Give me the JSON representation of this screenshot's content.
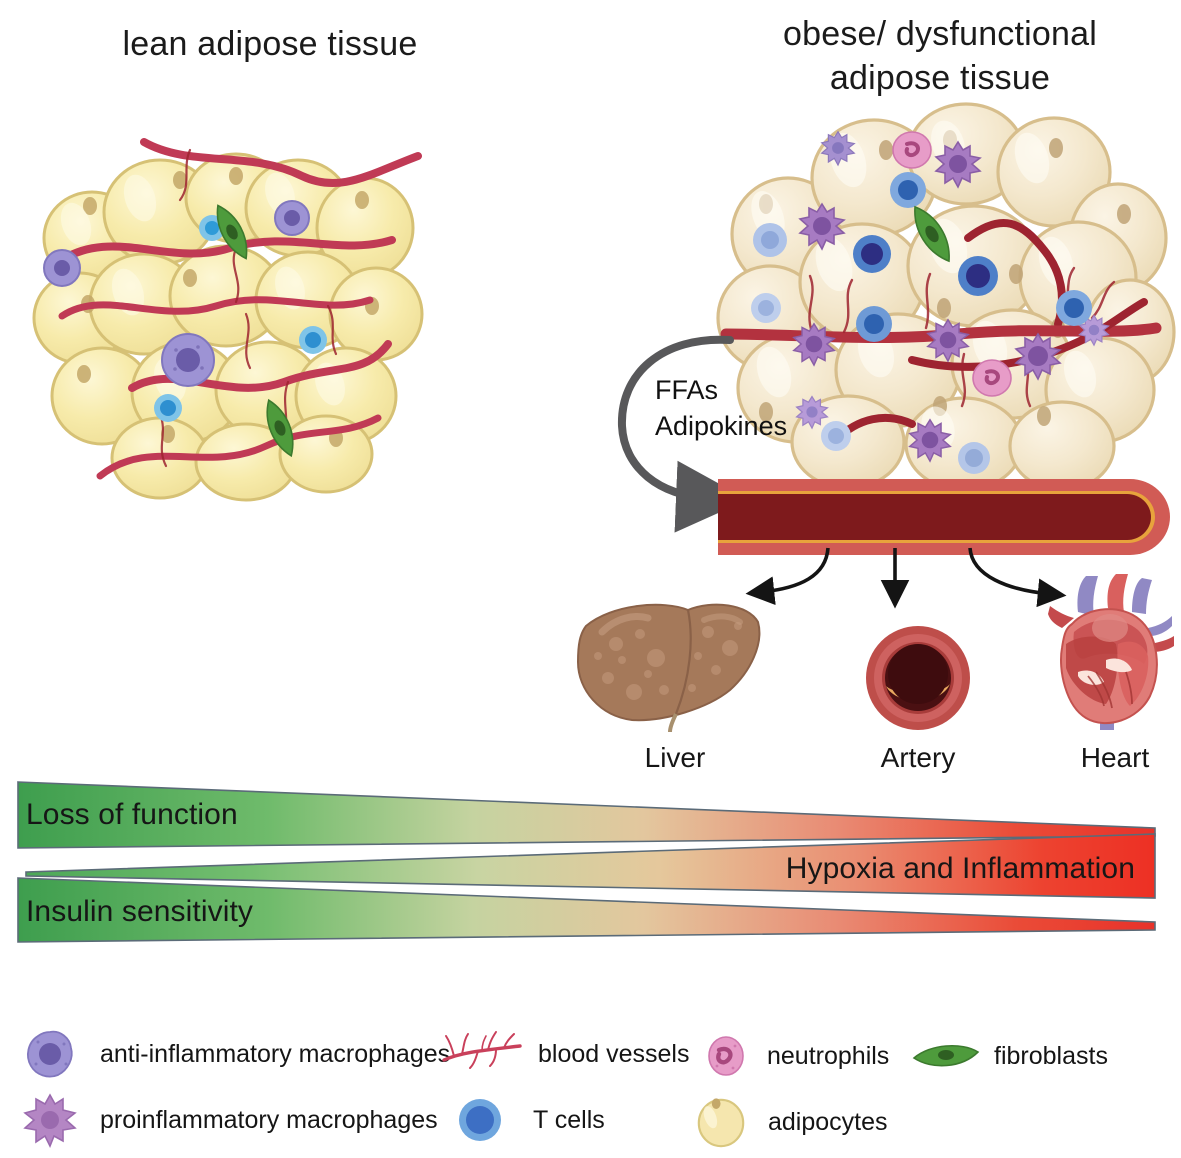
{
  "titles": {
    "lean": "lean adipose tissue",
    "obese_line1": "obese/ dysfunctional",
    "obese_line2": "adipose tissue"
  },
  "flow": {
    "ffas": "FFAs",
    "adipokines": "Adipokines"
  },
  "organs": [
    {
      "name": "liver",
      "label": "Liver"
    },
    {
      "name": "artery",
      "label": "Artery"
    },
    {
      "name": "heart",
      "label": "Heart"
    }
  ],
  "gradient_bars": [
    {
      "name": "loss-of-function",
      "label": "Loss of function",
      "direction": "right-taper",
      "start_color": "#4CA857",
      "end_color": "#E8322A"
    },
    {
      "name": "hypoxia-inflammation",
      "label": "Hypoxia and Inflammation",
      "direction": "left-taper",
      "start_color": "#4CA857",
      "end_color": "#ED3024"
    },
    {
      "name": "insulin-sensitivity",
      "label": "Insulin sensitivity",
      "direction": "right-taper",
      "start_color": "#4CA857",
      "end_color": "#E8322A"
    }
  ],
  "legend": [
    {
      "name": "anti-inflammatory-macrophages",
      "label": "anti-inflammatory macrophages",
      "icon": "macrophage-smooth-icon",
      "color": "#9D93D4"
    },
    {
      "name": "proinflammatory-macrophages",
      "label": "proinflammatory macrophages",
      "icon": "macrophage-spiky-icon",
      "color": "#B486C4"
    },
    {
      "name": "blood-vessels",
      "label": "blood vessels",
      "icon": "blood-vessel-icon",
      "color": "#C9405B"
    },
    {
      "name": "t-cells",
      "label": "T cells",
      "icon": "t-cell-icon",
      "color": "#3D6FC4"
    },
    {
      "name": "neutrophils",
      "label": "neutrophils",
      "icon": "neutrophil-icon",
      "color": "#E79CC8"
    },
    {
      "name": "adipocytes",
      "label": "adipocytes",
      "icon": "adipocyte-icon",
      "color": "#F5E6AE"
    },
    {
      "name": "fibroblasts",
      "label": "fibroblasts",
      "icon": "fibroblast-icon",
      "color": "#4E9B3C"
    }
  ],
  "palette": {
    "adipocyte_lean_fill": "#F6E9A8",
    "adipocyte_lean_edge": "#D6C175",
    "adipocyte_obese_fill": "#F3E6CA",
    "adipocyte_obese_edge": "#D7BE8C",
    "vessel_crimson": "#C03A55",
    "vessel_dark": "#9E2430",
    "macrophage_purple": "#8D82CB",
    "macrophage_nucleus": "#6A5CA8",
    "proinflam_purple": "#A87BC0",
    "tcell_light": "#7FC4E8",
    "tcell_dark": "#2E6FBE",
    "fibroblast_green": "#4E9B3C",
    "neutrophil_pink": "#E79CC8",
    "artery_wall": "#C85B56",
    "artery_lumen": "#4A1012",
    "plaque": "#E8A960",
    "liver_brown": "#A5795A",
    "heart_red": "#D9605E",
    "heart_vein": "#9089C4",
    "arrow_black": "#141414",
    "arrow_gray": "#58585A",
    "vessel_tube_wall": "#D15B55",
    "vessel_tube_lumen": "#7E1A1C",
    "vessel_tube_line": "#E8A33C"
  }
}
